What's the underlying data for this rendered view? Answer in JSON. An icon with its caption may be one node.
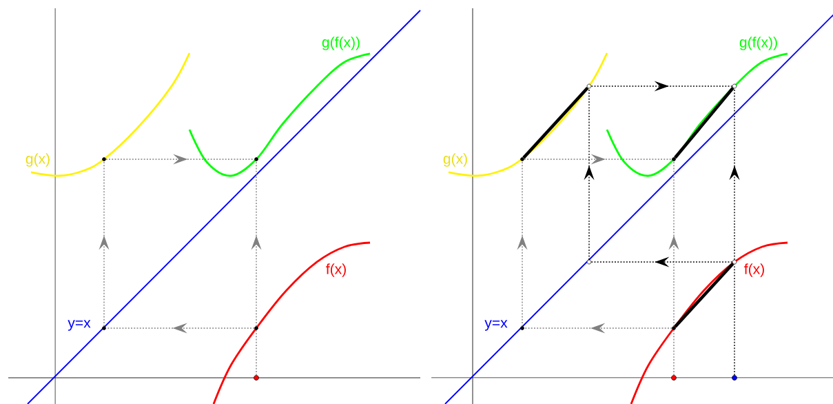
{
  "diagram": {
    "nodes": [
      {
        "text": [],
        "shape": "circle"
      },
      {
        "text": [],
        "shape": "circle"
      },
      {
        "text": [],
        "shape": "circle"
      },
      {
        "text": [],
        "shape": "circle"
      },
      {
        "text": [],
        "shape": "circle"
      },
      {
        "text": [],
        "shape": "circle"
      },
      {
        "text": [],
        "shape": "circle"
      },
      {
        "text": [],
        "shape": "circle"
      },
      {
        "text": [],
        "shape": "circle"
      },
      {
        "text": [],
        "shape": "circle"
      },
      {
        "text": [],
        "shape": "circle"
      },
      {
        "text": [],
        "shape": "circle"
      },
      {
        "text": [],
        "shape": "circle"
      },
      {
        "text": [],
        "shape": "circle"
      },
      {
        "text": [],
        "shape": "circle"
      }
    ],
    "edges": [
      {
        "from": 0,
        "to": 1,
        "arrow": "none",
        "style": "dashed"
      },
      {
        "from": 1,
        "to": 2,
        "arrow": "to",
        "style": "dashed"
      },
      {
        "from": 2,
        "to": 3,
        "arrow": "to",
        "style": "dashed"
      },
      {
        "from": 3,
        "to": 4,
        "arrow": "to",
        "style": "dashed"
      },
      {
        "from": 1,
        "to": 4,
        "arrow": "to",
        "style": "dashed"
      },
      {
        "from": 5,
        "to": 6,
        "arrow": "none",
        "style": "dashed"
      },
      {
        "from": 6,
        "to": 7,
        "arrow": "to",
        "style": "dashed"
      },
      {
        "from": 7,
        "to": 8,
        "arrow": "to",
        "style": "dashed"
      },
      {
        "from": 8,
        "to": 9,
        "arrow": "to",
        "style": "dashed"
      },
      {
        "from": 6,
        "to": 9,
        "arrow": "to",
        "style": "dashed"
      },
      {
        "from": 10,
        "to": 11,
        "arrow": "none",
        "style": "dashed",
        "color": "#000000"
      },
      {
        "from": 11,
        "to": 12,
        "arrow": "to",
        "style": "dashed",
        "color": "#000000"
      },
      {
        "from": 12,
        "to": 13,
        "arrow": "to",
        "style": "dashed",
        "color": "#000000"
      },
      {
        "from": 13,
        "to": 14,
        "arrow": "to",
        "style": "dashed",
        "color": "#000000"
      },
      {
        "from": 11,
        "to": 14,
        "arrow": "to",
        "style": "dashed",
        "color": "#000000"
      },
      {
        "from": 6,
        "to": 11,
        "arrow": "none",
        "style": "thick",
        "color": "#000000"
      },
      {
        "from": 8,
        "to": 13,
        "arrow": "none",
        "style": "thick",
        "color": "#000000"
      },
      {
        "from": 9,
        "to": 14,
        "arrow": "none",
        "style": "thick",
        "color": "#000000"
      }
    ],
    "labels": [
      "g(x)",
      "g(f(x))",
      "f(x)",
      "y=x",
      "g(x)",
      "g(f(x))",
      "f(x)",
      "y=x"
    ]
  }
}
